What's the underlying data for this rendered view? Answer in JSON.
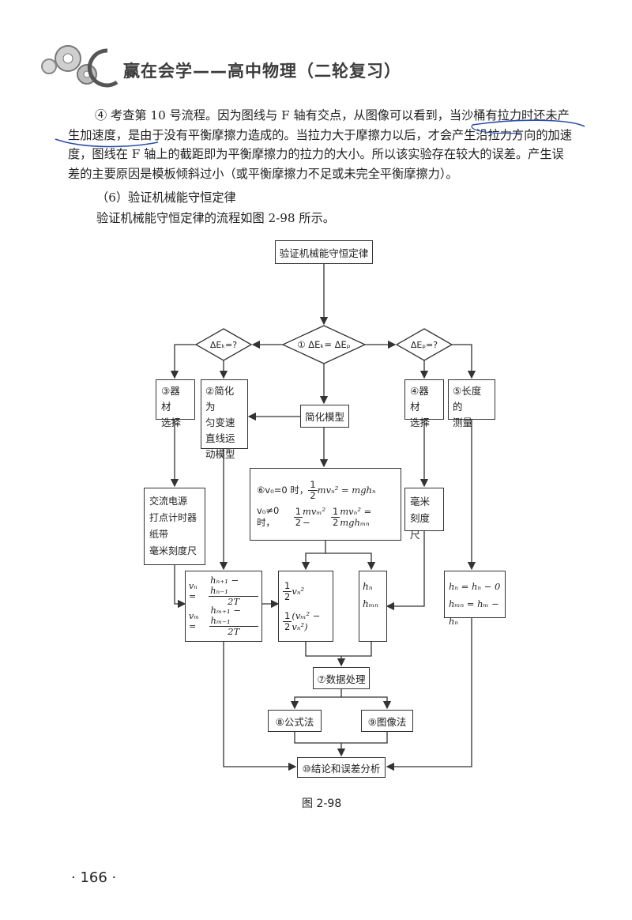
{
  "header": {
    "title": "赢在会学——高中物理（二轮复习）"
  },
  "body": {
    "paragraph_4": "④ 考查第 10 号流程。因为图线与 F 轴有交点，从图像可以看到，当沙桶有拉力时还未产生加速度，是由于没有平衡摩擦力造成的。当拉力大于摩擦力以后，才会产生沿拉力方向的加速度，图线在 F 轴上的截距即为平衡摩擦力的拉力的大小。所以该实验存在较大的误差。产生误差的主要原因是模板倾斜过小（或平衡摩擦力不足或未完全平衡摩擦力）。",
    "section_heading": "（6）验证机械能守恒定律",
    "intro": "验证机械能守恒定律的流程如图 2-98 所示。"
  },
  "flowchart": {
    "top": "验证机械能守恒定律",
    "diamond_center": "① ΔEₖ= ΔEₚ",
    "diamond_left": "ΔEₖ=?",
    "diamond_right": "ΔEₚ=?",
    "box3": "③器材\n选择",
    "box2": "②简化为\n匀变速\n直线运\n动模型",
    "simplify": "简化模型",
    "box4": "④器材\n选择",
    "box5": "⑤长度的\n测量",
    "box6_line1_prefix": "⑥v₀=0 时，",
    "box6_line1_eq": "mvₙ² = mghₙ",
    "box6_line2_prefix": "v₀≠0 时，",
    "box6_line2_eq": "mvₘ² − ",
    "box6_line2_eq2": "mvₙ² = mghₘₙ",
    "equipment": "交流电源\n打点计时器\n纸带\n毫米刻度尺",
    "ruler": "毫米\n刻度尺",
    "vn_lhs": "vₙ =",
    "vn_num": "hₙ₊₁ − hₙ₋₁",
    "vn_den": "2T",
    "vm_lhs": "vₘ =",
    "vm_num": "hₘ₊₁ − hₘ₋₁",
    "vm_den": "2T",
    "half_v2": "vₙ²",
    "half_diff": "(vₘ² − vₙ²)",
    "half": "1",
    "two": "2",
    "h_vals": "hₙ\nhₘₙ",
    "h_formula": "hₙ = hₙ − 0\nhₘₙ = hₘ − hₙ",
    "data": "⑦数据处理",
    "formula_method": "⑧公式法",
    "graph_method": "⑨图像法",
    "conclusion": "⑩结论和误差分析"
  },
  "caption": "图 2-98",
  "page_number": "· 166 ·",
  "colors": {
    "ink": "#222222",
    "annotation": "#2a4fa8"
  }
}
